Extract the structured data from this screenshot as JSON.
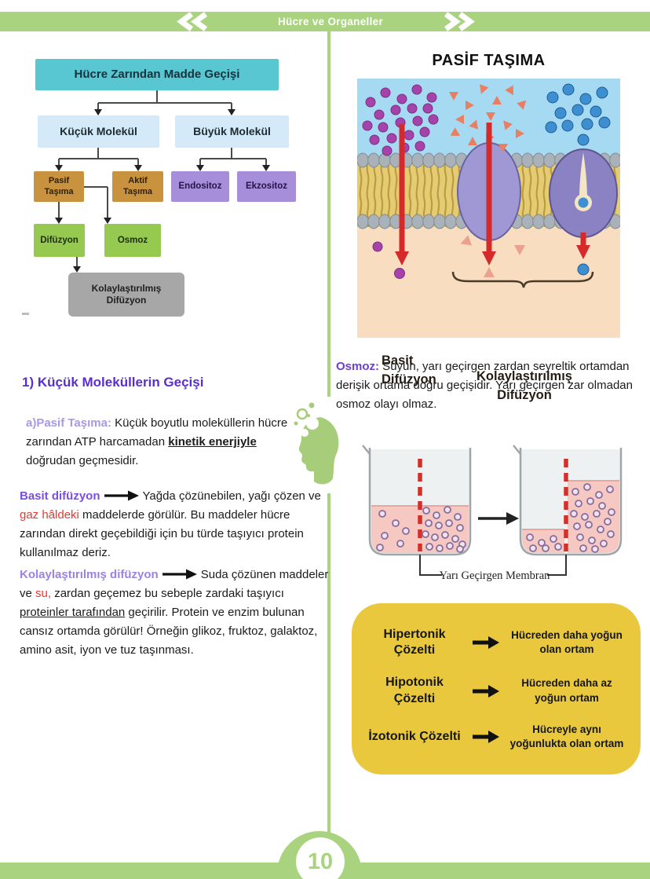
{
  "header": {
    "title": "Hücre ve Organeller"
  },
  "page_number": "10",
  "colors": {
    "accent_green": "#a9d37e",
    "heading_purple": "#5a2ed1",
    "emphasis_red": "#e8392f",
    "tonicity_yellow": "#e9c83e",
    "flow_teal": "#58c7d2",
    "flow_blue": "#d4eaf8",
    "flow_tan": "#c8923f",
    "flow_purple": "#a78edb",
    "flow_green": "#95c94f",
    "flow_gray": "#a7a7a7"
  },
  "flowchart": {
    "root": "Hücre Zarından Madde Geçişi",
    "kucuk": "Küçük Molekül",
    "buyuk": "Büyük Molekül",
    "pasif": "Pasif Taşıma",
    "aktif": "Aktif Taşıma",
    "endositoz": "Endositoz",
    "ekzositoz": "Ekzositoz",
    "difuzyon": "Difüzyon",
    "osmoz": "Osmoz",
    "kolaylastirilmis": "Kolaylaştırılmış Difüzyon"
  },
  "left": {
    "heading": "1) Küçük Moleküllerin Geçişi",
    "pasif_tasima": {
      "label": "a)Pasif Taşıma:",
      "t1": " Küçük boyutlu moleküllerin hücre zarından ATP harcamadan ",
      "emphasis": "kinetik enerjiyle",
      "t2": " doğrudan geçmesidir."
    },
    "basit_difuzyon": {
      "label": "Basit difüzyon",
      "t1": "Yağda çözünebilen, yağı çözen ve ",
      "red": "gaz hâldeki",
      "t2": " maddelerde görülür. Bu maddeler hücre zarından direkt geçebildiği için bu türde taşıyıcı protein kullanılmaz deriz."
    },
    "kolay_difuzyon": {
      "label": "Kolaylaştırılmış difüzyon",
      "t1": "Suda çözünen maddeler ve ",
      "red": "su,",
      "t2": " zardan geçemez bu sebeple zardaki taşıyıcı ",
      "underline": "proteinler tarafından",
      "t3": " geçirilir.  Protein ve enzim bulunan cansız ortamda görülür! Örneğin glikoz, fruktoz, galaktoz, amino asit, iyon ve tuz taşınması."
    }
  },
  "right": {
    "title": "PASİF TAŞIMA",
    "membrane_labels": {
      "basit": "Basit Difüzyon",
      "kolay": "Kolaylaştırılmış Difüzyon"
    },
    "osmoz": {
      "label": "Osmoz:",
      "text": " Suyun, yarı geçirgen zardan seyreltik ortamdan derişik ortama doğru geçişidir. Yarı geçirgen zar olmadan osmoz olayı olmaz."
    },
    "beaker_label": "Yarı Geçirgen Membran",
    "tonicity": {
      "rows": [
        {
          "term": "Hipertonik Çözelti",
          "desc": "Hücreden daha yoğun olan ortam"
        },
        {
          "term": "Hipotonik Çözelti",
          "desc": "Hücreden daha az yoğun ortam"
        },
        {
          "term": "İzotonik Çözelti",
          "desc": "Hücreyle aynı yoğunlukta olan ortam"
        }
      ]
    }
  }
}
